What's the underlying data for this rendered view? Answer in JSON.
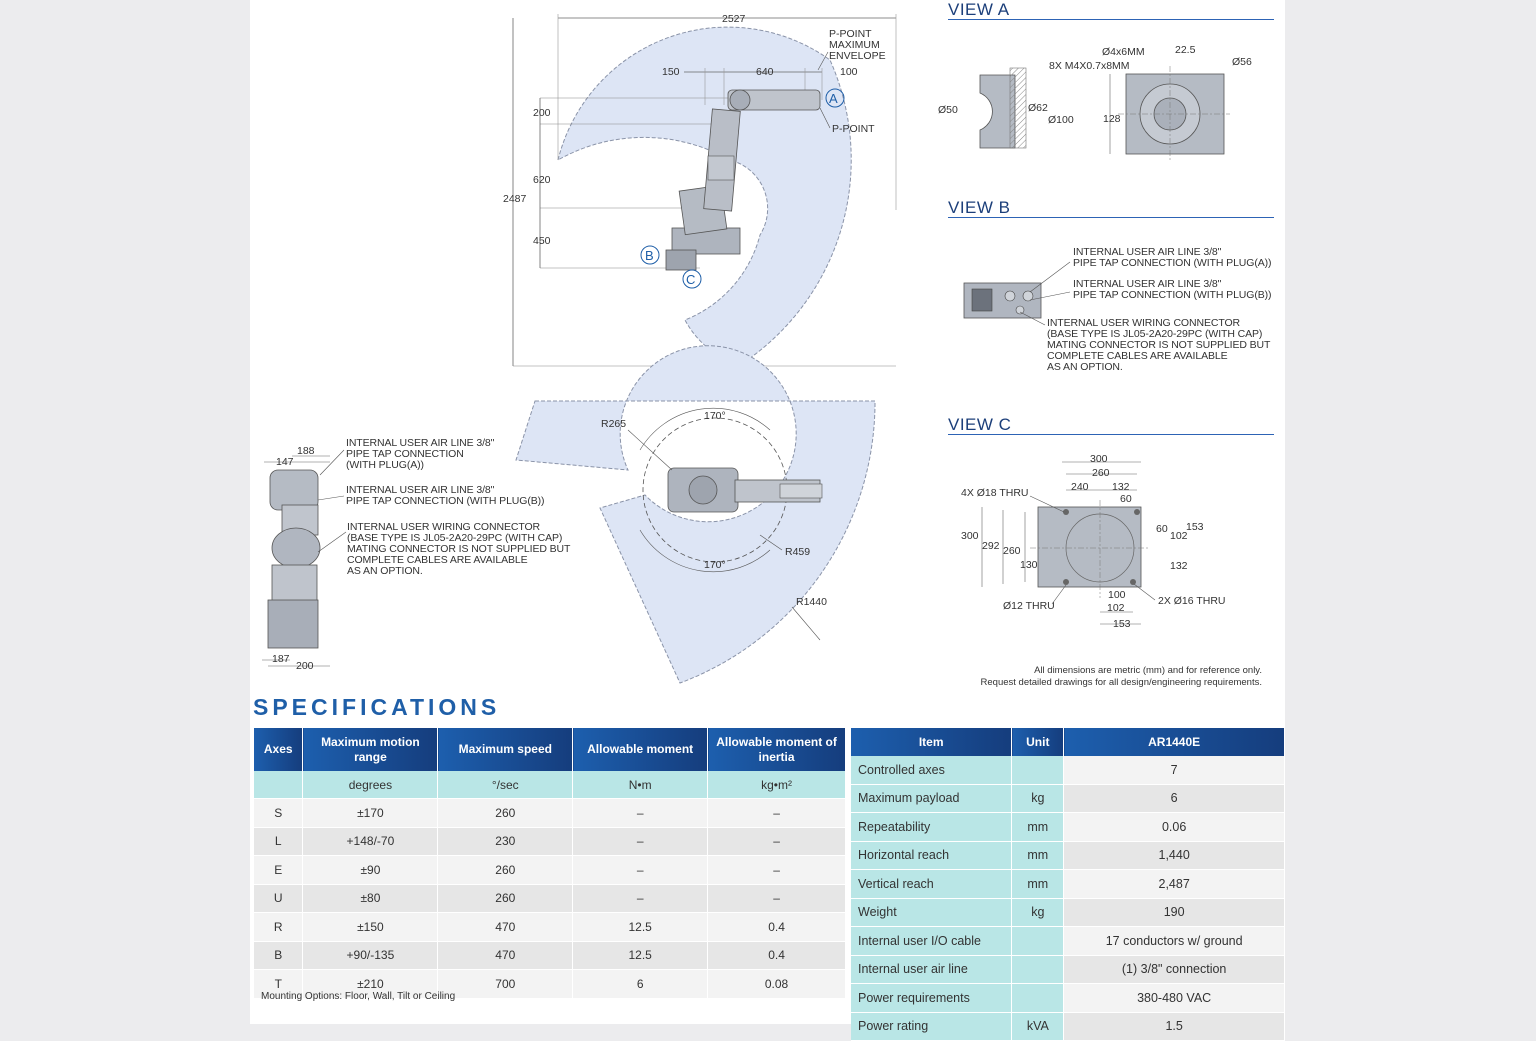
{
  "side_view": {
    "dims": {
      "overall_width": "2527",
      "overall_height": "2487",
      "d150": "150",
      "d640": "640",
      "d100": "100",
      "d200": "200",
      "d620": "620",
      "d450": "450"
    },
    "callouts": {
      "p_point_envelope_1": "P-POINT",
      "p_point_envelope_2": "MAXIMUM",
      "p_point_envelope_3": "ENVELOPE",
      "p_point": "P-POINT",
      "marker_a": "A",
      "marker_b": "B",
      "marker_c": "C"
    }
  },
  "top_view": {
    "dims": {
      "angle_top": "170°",
      "angle_bottom": "170°",
      "r265": "R265",
      "r459": "R459",
      "r1440": "R1440"
    }
  },
  "front_view": {
    "dims": {
      "d188": "188",
      "d147": "147",
      "d187": "187",
      "d200": "200"
    },
    "callout_1": [
      "INTERNAL USER AIR LINE 3/8\"",
      "PIPE TAP CONNECTION",
      "(WITH PLUG(A))"
    ],
    "callout_2": [
      "INTERNAL USER AIR LINE 3/8\"",
      "PIPE TAP CONNECTION (WITH PLUG(B))"
    ],
    "callout_3": [
      "INTERNAL USER WIRING CONNECTOR",
      "(BASE TYPE IS JL05-2A20-29PC (WITH CAP)",
      "MATING CONNECTOR IS NOT SUPPLIED BUT",
      "COMPLETE CABLES ARE AVAILABLE",
      "AS AN OPTION."
    ]
  },
  "view_a": {
    "title": "VIEW A",
    "dims": {
      "bolt": "Ø4x6MM",
      "d22_5": "22.5",
      "d56": "Ø56",
      "screws": "8X M4X0.7x8MM",
      "d50": "Ø50",
      "d62": "Ø62",
      "d100": "Ø100",
      "d128": "128"
    }
  },
  "view_b": {
    "title": "VIEW B",
    "callout_1": [
      "INTERNAL USER AIR LINE 3/8\"",
      "PIPE TAP CONNECTION (WITH PLUG(A))"
    ],
    "callout_2": [
      "INTERNAL USER AIR LINE 3/8\"",
      "PIPE TAP CONNECTION (WITH PLUG(B))"
    ],
    "callout_3": [
      "INTERNAL USER WIRING CONNECTOR",
      "(BASE TYPE IS JL05-2A20-29PC (WITH CAP)",
      "MATING CONNECTOR IS NOT SUPPLIED BUT",
      "COMPLETE CABLES ARE AVAILABLE",
      "AS AN OPTION."
    ]
  },
  "view_c": {
    "title": "VIEW C",
    "dims": {
      "d300_top": "300",
      "d260_top": "260",
      "d240": "240",
      "d132_top": "132",
      "d60_top": "60",
      "thru18": "4X Ø18 THRU",
      "d300_left": "300",
      "d292": "292",
      "d260_left": "260",
      "d130": "130",
      "d60_right": "60",
      "d153_right": "153",
      "d102_right": "102",
      "d132_right": "132",
      "thru12": "Ø12 THRU",
      "d100_bottom": "100",
      "d102_bottom": "102",
      "d153_bottom": "153",
      "thru16": "2X Ø16 THRU"
    }
  },
  "drawing_note": {
    "line1": "All dimensions are metric (mm) and for reference only.",
    "line2": "Request detailed drawings for all design/engineering requirements."
  },
  "specifications": {
    "heading": "SPECIFICATIONS",
    "axes_table": {
      "headers": [
        "Axes",
        "Maximum motion range",
        "Maximum speed",
        "Allowable moment",
        "Allowable moment of inertia"
      ],
      "units": [
        "",
        "degrees",
        "°/sec",
        "N•m",
        "kg•m²"
      ],
      "rows": [
        [
          "S",
          "±170",
          "260",
          "–",
          "–"
        ],
        [
          "L",
          "+148/-70",
          "230",
          "–",
          "–"
        ],
        [
          "E",
          "±90",
          "260",
          "–",
          "–"
        ],
        [
          "U",
          "±80",
          "260",
          "–",
          "–"
        ],
        [
          "R",
          "±150",
          "470",
          "12.5",
          "0.4"
        ],
        [
          "B",
          "+90/-135",
          "470",
          "12.5",
          "0.4"
        ],
        [
          "T",
          "±210",
          "700",
          "6",
          "0.08"
        ]
      ]
    },
    "mounting_note": "Mounting Options: Floor, Wall, Tilt or Ceiling",
    "item_table": {
      "headers": [
        "Item",
        "Unit",
        "AR1440E"
      ],
      "rows": [
        [
          "Controlled axes",
          "",
          "7"
        ],
        [
          "Maximum payload",
          "kg",
          "6"
        ],
        [
          "Repeatability",
          "mm",
          "0.06"
        ],
        [
          "Horizontal reach",
          "mm",
          "1,440"
        ],
        [
          "Vertical reach",
          "mm",
          "2,487"
        ],
        [
          "Weight",
          "kg",
          "190"
        ],
        [
          "Internal user I/O cable",
          "",
          "17 conductors w/ ground"
        ],
        [
          "Internal user air line",
          "",
          "(1) 3/8\" connection"
        ],
        [
          "Power requirements",
          "",
          "380-480 VAC"
        ],
        [
          "Power rating",
          "kVA",
          "1.5"
        ]
      ]
    }
  }
}
